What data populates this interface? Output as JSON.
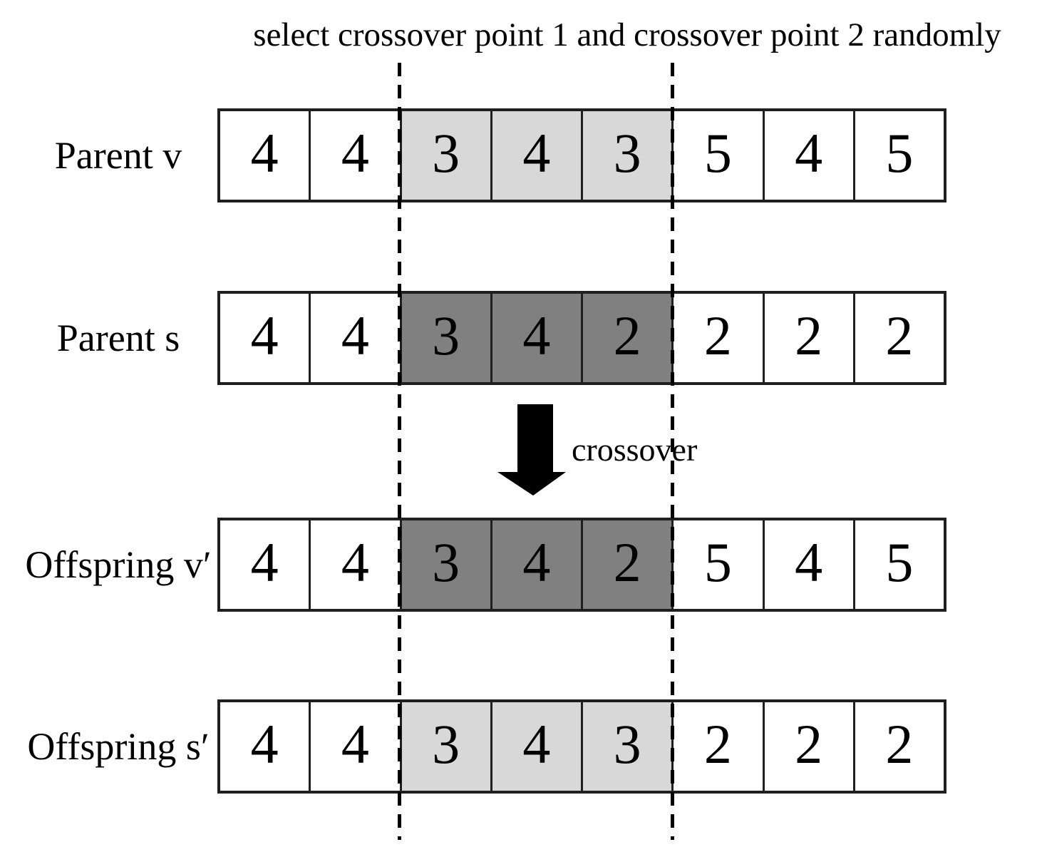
{
  "title": "select crossover point 1 and crossover point 2 randomly",
  "arrow": {
    "label": "crossover"
  },
  "rows": [
    {
      "name": "parent-v",
      "label": "Parent v",
      "shade": "light",
      "cells": [
        "4",
        "4",
        "3",
        "4",
        "3",
        "5",
        "4",
        "5"
      ]
    },
    {
      "name": "parent-s",
      "label": "Parent s",
      "shade": "dark",
      "cells": [
        "4",
        "4",
        "3",
        "4",
        "2",
        "2",
        "2",
        "2"
      ]
    },
    {
      "name": "offspring-v",
      "label": "Offspring v′",
      "shade": "dark",
      "cells": [
        "4",
        "4",
        "3",
        "4",
        "2",
        "5",
        "4",
        "5"
      ]
    },
    {
      "name": "offspring-s",
      "label": "Offspring s′",
      "shade": "light",
      "cells": [
        "4",
        "4",
        "3",
        "4",
        "3",
        "2",
        "2",
        "2"
      ]
    }
  ],
  "highlight_segment": {
    "start_cell_index": 2,
    "end_cell_index": 4
  },
  "crossover_points": [
    {
      "name": "crossover point 1",
      "after_cell": 2
    },
    {
      "name": "crossover point 2",
      "after_cell": 5
    }
  ],
  "colors": {
    "light_shade": "#d8d8d8",
    "dark_shade": "#808080",
    "border": "#1f1f1f",
    "background": "#ffffff",
    "text": "#000000"
  }
}
